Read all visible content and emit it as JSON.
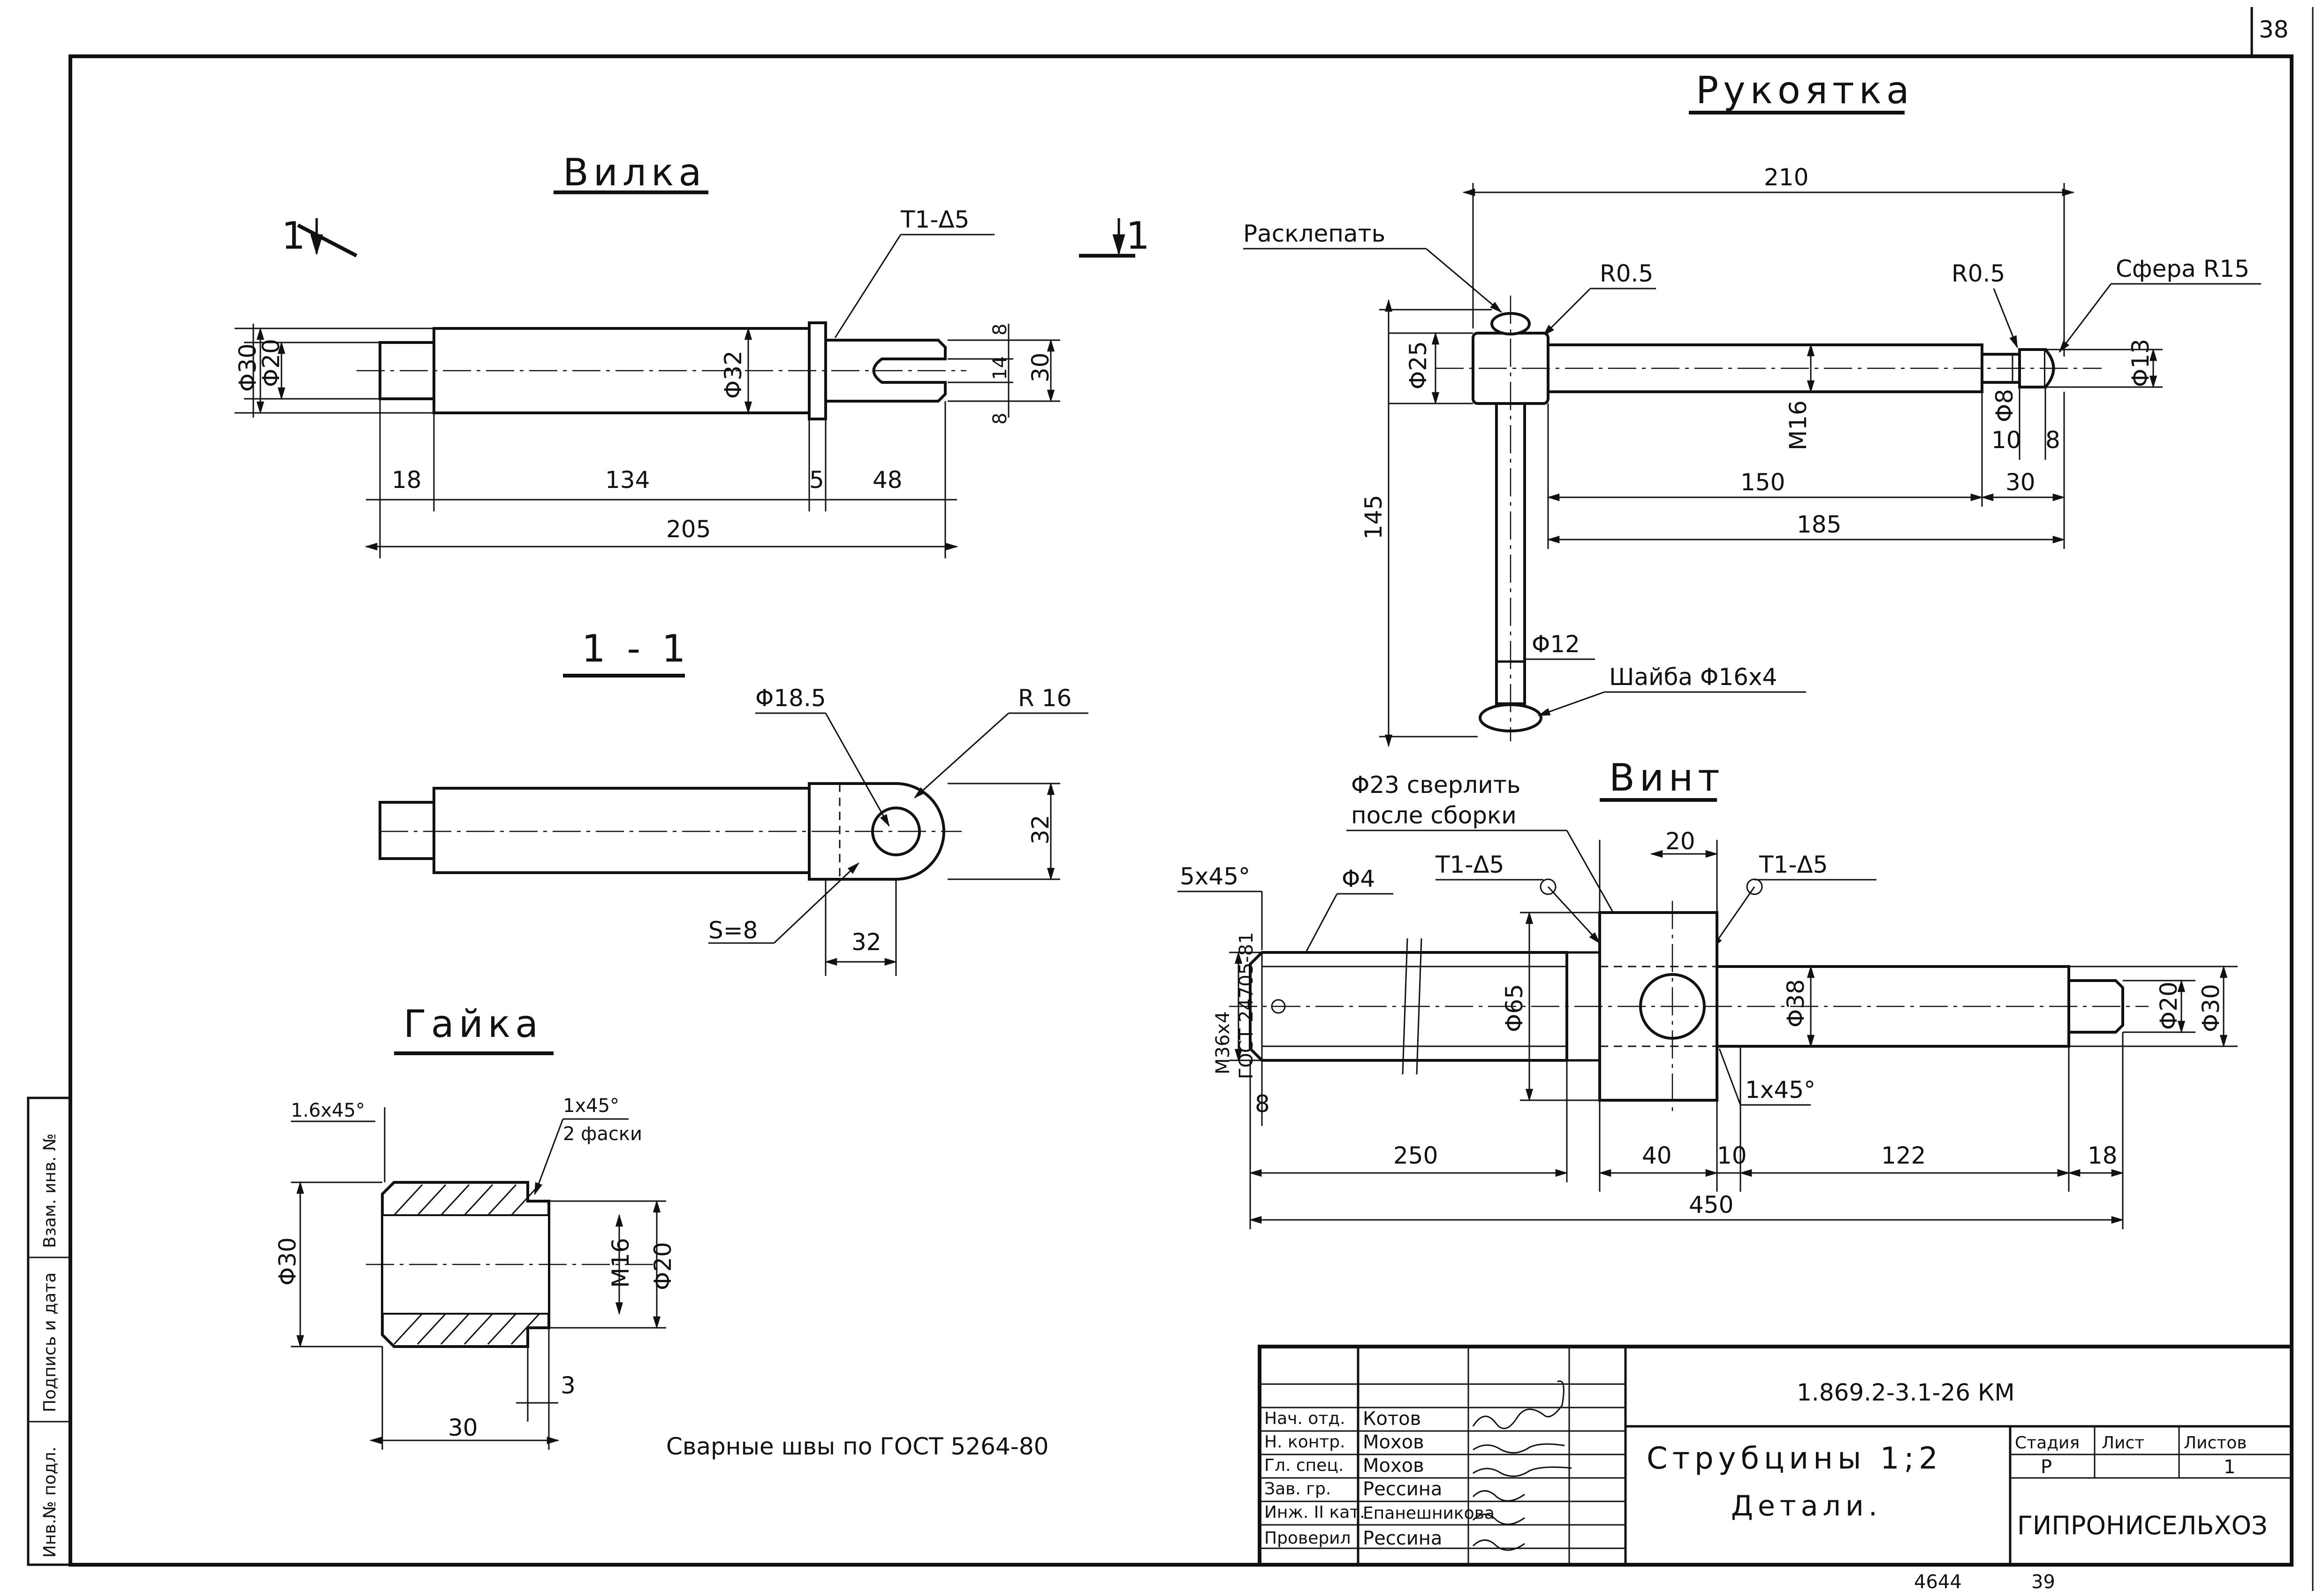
{
  "sheet": {
    "sheet_number": "38",
    "bottom_numbers": [
      "4644",
      "39"
    ],
    "left_stamp": [
      "Инв.№ подл.",
      "Подпись и дата",
      "Взам. инв. №"
    ],
    "welds_note": "Сварные швы по ГОСТ 5264-80"
  },
  "vilka": {
    "title": "Вилка",
    "section_mark_left": "1",
    "section_mark_right": "1",
    "weld": "Т1-Δ5",
    "dims": {
      "d30": "Φ30",
      "d20": "Φ20",
      "d32": "Φ32",
      "h8a": "8",
      "h14": "14",
      "h8b": "8",
      "h30": "30",
      "l18": "18",
      "l134": "134",
      "l5": "5",
      "l48": "48",
      "l205": "205"
    }
  },
  "section11": {
    "title": "1 - 1",
    "hole": "Φ18.5",
    "radius": "R 16",
    "h32": "32",
    "w32": "32",
    "thickness": "S=8"
  },
  "gayka": {
    "title": "Гайка",
    "chamfer_left": "1.6x45°",
    "chamfer_right": "1x45°",
    "chamfer_note": "2 фаски",
    "d30": "Φ30",
    "thread": "M16",
    "d20": "Φ20",
    "l30": "30",
    "l3": "3"
  },
  "rukoyatka": {
    "title": "Рукоятка",
    "rivet_note": "Расклепать",
    "r05_left": "R0.5",
    "r05_right": "R0.5",
    "sphere": "Сфера R15",
    "d25": "Φ25",
    "thread": "M16",
    "d8": "Φ8",
    "d13": "Φ13",
    "d12": "Φ12",
    "washer": "Шайба Φ16x4",
    "l210": "210",
    "l145": "145",
    "l150": "150",
    "l185": "185",
    "l30": "30",
    "l10": "10",
    "l8": "8"
  },
  "vint": {
    "title": "Винт",
    "drill_note_1": "Φ23 сверлить",
    "drill_note_2": "после сборки",
    "weld_left": "Т1-Δ5",
    "weld_right": "Т1-Δ5",
    "chamfer_5": "5x45°",
    "d4": "Φ4",
    "thread": "M36x4",
    "gost": "ГОСТ 24705-81",
    "d65": "Φ65",
    "d38": "Φ38",
    "d20": "Φ20",
    "d30": "Φ30",
    "chamfer_1": "1x45°",
    "l20": "20",
    "l8": "8",
    "l250": "250",
    "l40": "40",
    "l10": "10",
    "l122": "122",
    "l18": "18",
    "l450": "450"
  },
  "title_block": {
    "doc_code": "1.869.2-3.1-26 КМ",
    "name_line1": "Струбцины 1;2",
    "name_line2": "Детали.",
    "org": "ГИПРОНИСЕЛЬХОЗ",
    "stage_label": "Стадия",
    "sheet_label": "Лист",
    "sheets_label": "Листов",
    "stage_value": "Р",
    "sheets_value": "1",
    "staff": [
      {
        "role": "Нач. отд.",
        "name": "Котов"
      },
      {
        "role": "Н. контр.",
        "name": "Мохов"
      },
      {
        "role": "Гл. спец.",
        "name": "Мохов"
      },
      {
        "role": "Зав. гр.",
        "name": "Рессина"
      },
      {
        "role": "Инж. II кат.",
        "name": "Епанешникова"
      },
      {
        "role": "Проверил",
        "name": "Рессина"
      }
    ]
  }
}
